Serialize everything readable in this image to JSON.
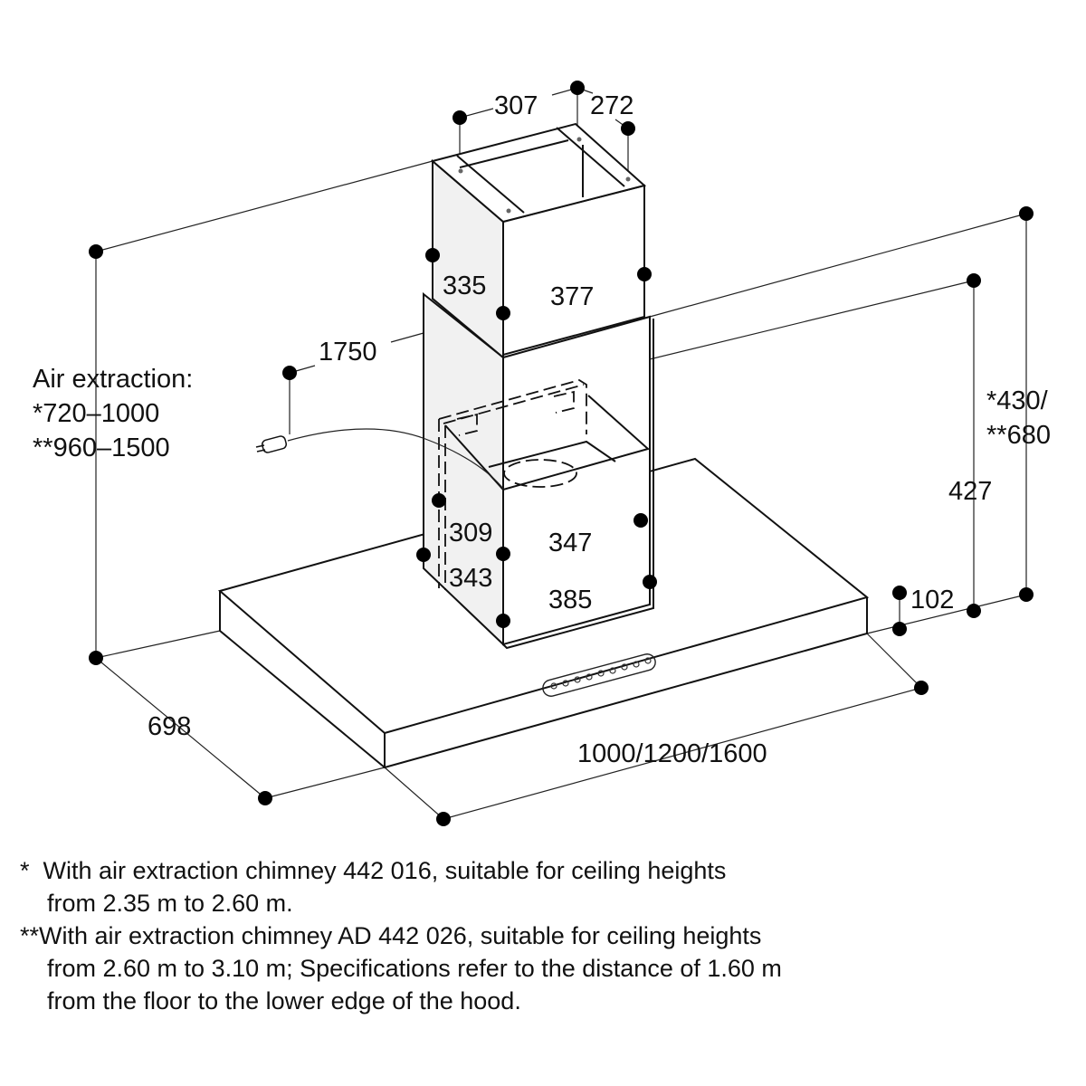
{
  "diagram": {
    "dimensions": {
      "top_left": "307",
      "top_right": "272",
      "upper_depth": "335",
      "upper_width": "377",
      "cable": "1750",
      "lower_inner_depth": "309",
      "lower_inner_width": "347",
      "lower_outer_depth": "343",
      "lower_outer_width": "385",
      "hood_depth": "698",
      "hood_width": "1000/1200/1600",
      "hood_height": "102",
      "chimney_min": "427",
      "chimney_total_1": "*430/",
      "chimney_total_2": "**680"
    },
    "air_extraction": {
      "title": "Air extraction:",
      "line1": "*720–1000",
      "line2": "**960–1500"
    }
  },
  "footnotes": {
    "note1_line1": "*  With air extraction chimney 442 016, suitable for ceiling heights",
    "note1_line2": "    from 2.35 m to 2.60 m.",
    "note2_line1": "**With air extraction chimney AD 442 026, suitable for ceiling heights",
    "note2_line2": "    from 2.60 m to 3.10 m; Specifications refer to the distance of 1.60 m",
    "note2_line3": "    from the floor to the lower edge of the hood."
  }
}
